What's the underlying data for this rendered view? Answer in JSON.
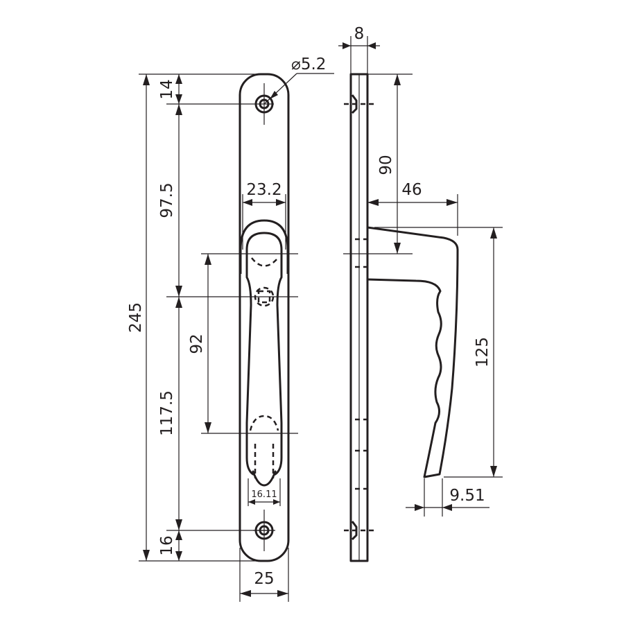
{
  "drawing": {
    "dimensions": {
      "hole_diameter": "⌀5.2",
      "top_to_hole": "14",
      "hole_to_spindle": "97.5",
      "total_height": "245",
      "spindle_to_hole": "117.5",
      "bottom_to_hole": "16",
      "spindle_to_cylinder": "92",
      "handle_width": "23.2",
      "cylinder_width": "16.11",
      "plate_width": "25",
      "plate_thickness": "8",
      "top_to_handle_axis": "90",
      "handle_projection": "46",
      "handle_length": "125",
      "handle_tip": "9.51"
    }
  }
}
